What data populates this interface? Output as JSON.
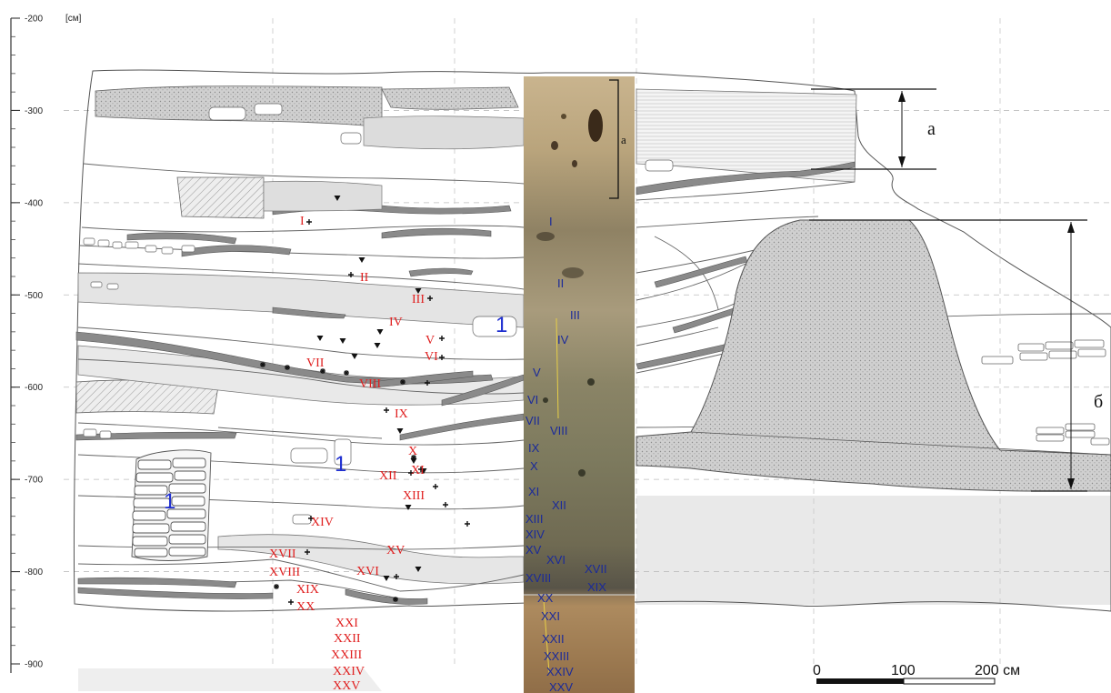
{
  "depth_scale": {
    "unit": "[см]",
    "ticks": [
      {
        "value": -200,
        "label": "-200"
      },
      {
        "value": -300,
        "label": "-300"
      },
      {
        "value": -400,
        "label": "-400"
      },
      {
        "value": -500,
        "label": "-500"
      },
      {
        "value": -600,
        "label": "-600"
      },
      {
        "value": -700,
        "label": "-700"
      },
      {
        "value": -800,
        "label": "-800"
      },
      {
        "value": -900,
        "label": "-900"
      }
    ]
  },
  "red_labels": [
    "I",
    "II",
    "III",
    "IV",
    "V",
    "VI",
    "VII",
    "VIII",
    "IX",
    "X",
    "XI",
    "XII",
    "XIII",
    "XIV",
    "XV",
    "XVI",
    "XVII",
    "XVIII",
    "XIX",
    "XX",
    "XXI",
    "XXII",
    "XXIII",
    "XXIV",
    "XXV"
  ],
  "blue_labels": [
    "I",
    "II",
    "III",
    "IV",
    "V",
    "VI",
    "VII",
    "VIII",
    "IX",
    "X",
    "XI",
    "XII",
    "XIII",
    "XIV",
    "XV",
    "XVI",
    "XVII",
    "XVIII",
    "XIX",
    "XX",
    "XXI",
    "XXII",
    "XXIII",
    "XXIV",
    "XXV"
  ],
  "structure_label": "1",
  "dim_a": "а",
  "dim_b": "б",
  "photo_a": "а",
  "scale_bar": {
    "labels": [
      "0",
      "100",
      "200 см"
    ]
  },
  "colors": {
    "red": "#e02020",
    "blue": "#1a2a9a",
    "big_blue": "#1f2fd0",
    "lens": "#8a8a8a",
    "fill": "#cfcfcf"
  }
}
